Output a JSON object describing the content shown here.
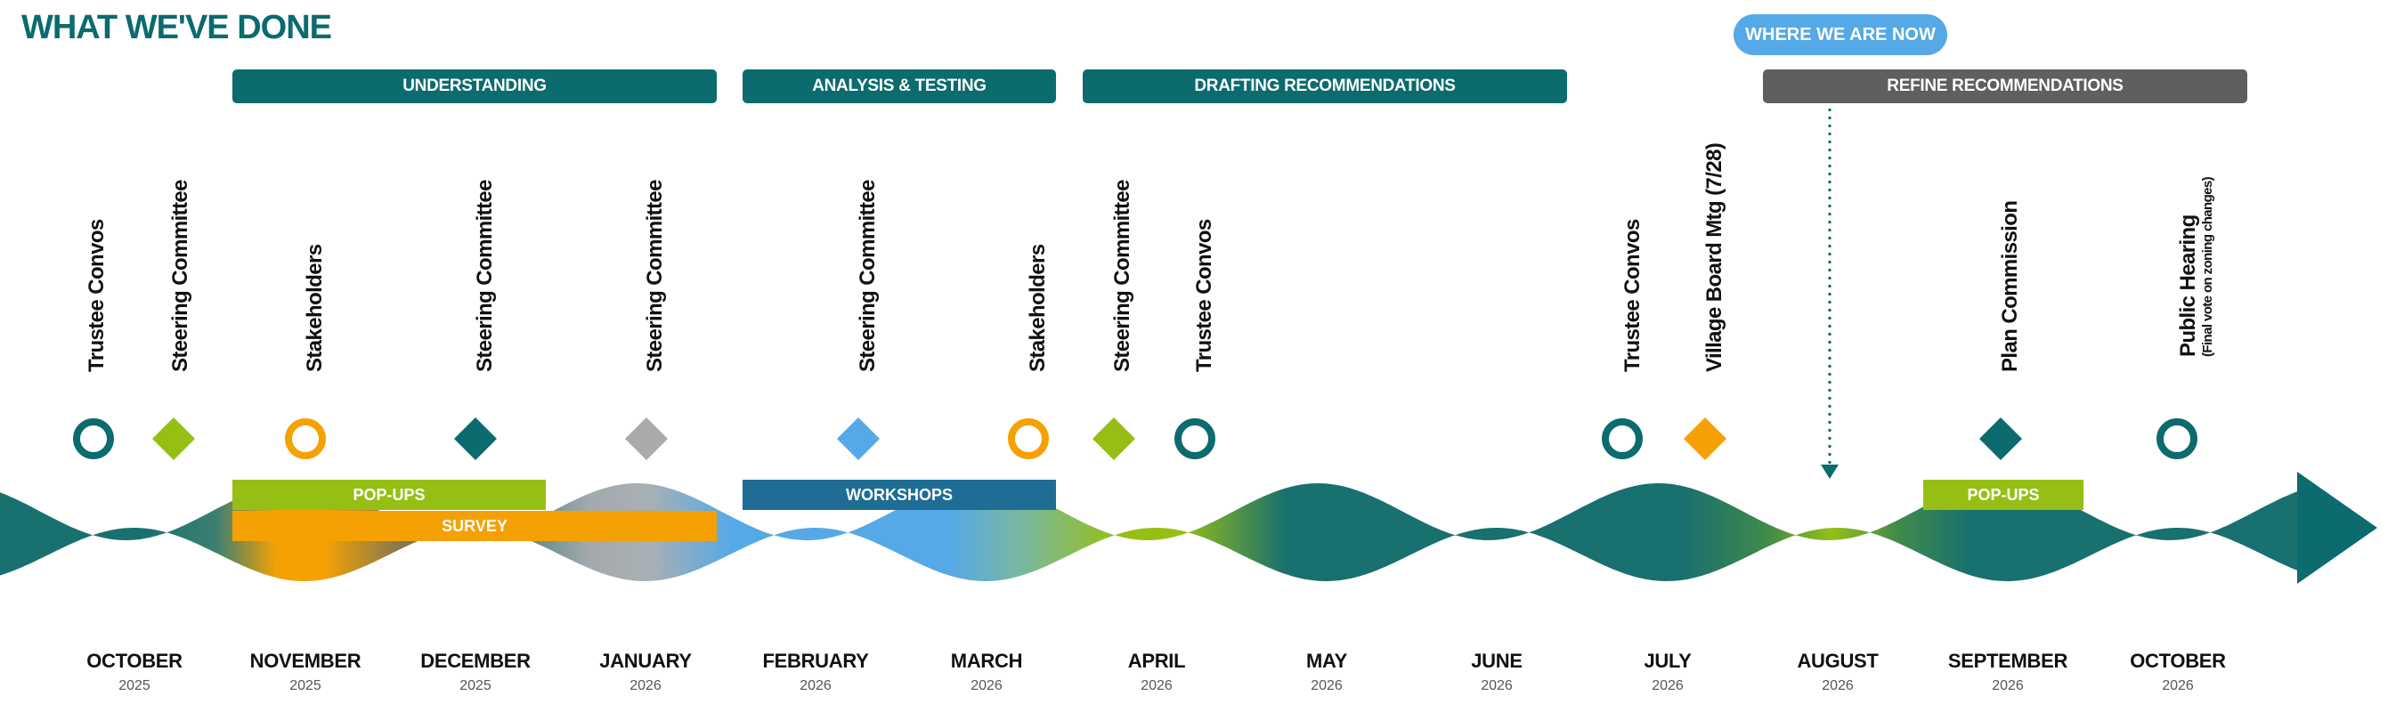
{
  "title": "WHAT WE'VE DONE",
  "status_pill": "WHERE WE ARE NOW",
  "phases": [
    {
      "label": "UNDERSTANDING",
      "color": "#0b6b6e"
    },
    {
      "label": "ANALYSIS & TESTING",
      "color": "#0b6b6e"
    },
    {
      "label": "DRAFTING RECOMMENDATIONS",
      "color": "#0b6b6e"
    },
    {
      "label": "REFINE RECOMMENDATIONS",
      "color": "#5f5f5f"
    }
  ],
  "bars": [
    {
      "label": "POP-UPS",
      "color": "#96bf16"
    },
    {
      "label": "SURVEY",
      "color": "#f5a104"
    },
    {
      "label": "WORKSHOPS",
      "color": "#1f6d94"
    },
    {
      "label": "POP-UPS",
      "color": "#96bf16"
    }
  ],
  "events": [
    {
      "label": "Trustee Convos",
      "marker": "circle",
      "color": "#0b6b6e"
    },
    {
      "label": "Steering Committee",
      "marker": "diamond",
      "color": "#96bf16"
    },
    {
      "label": "Stakeholders",
      "marker": "circle",
      "color": "#f5a104"
    },
    {
      "label": "Steering Committee",
      "marker": "diamond",
      "color": "#0b6b6e"
    },
    {
      "label": "Steering Committee",
      "marker": "diamond",
      "color": "#aaaaaa"
    },
    {
      "label": "Steering Committee",
      "marker": "diamond",
      "color": "#55a9e6"
    },
    {
      "label": "Stakeholders",
      "marker": "circle",
      "color": "#f5a104"
    },
    {
      "label": "Steering Committee",
      "marker": "diamond",
      "color": "#96bf16"
    },
    {
      "label": "Trustee Convos",
      "marker": "circle",
      "color": "#0b6b6e"
    },
    {
      "label": "Trustee Convos",
      "marker": "circle",
      "color": "#0b6b6e"
    },
    {
      "label": "Village Board Mtg (7/28)",
      "marker": "diamond",
      "color": "#f5a104"
    },
    {
      "label": "Plan Commission",
      "marker": "diamond",
      "color": "#0b6b6e"
    },
    {
      "label": "Public Hearing",
      "sub": "(Final vote on zoning changes)",
      "marker": "circle",
      "color": "#0b6b6e"
    }
  ],
  "months": [
    {
      "name": "OCTOBER",
      "year": "2025"
    },
    {
      "name": "NOVEMBER",
      "year": "2025"
    },
    {
      "name": "DECEMBER",
      "year": "2025"
    },
    {
      "name": "JANUARY",
      "year": "2026"
    },
    {
      "name": "FEBRUARY",
      "year": "2026"
    },
    {
      "name": "MARCH",
      "year": "2026"
    },
    {
      "name": "APRIL",
      "year": "2026"
    },
    {
      "name": "MAY",
      "year": "2026"
    },
    {
      "name": "JUNE",
      "year": "2026"
    },
    {
      "name": "JULY",
      "year": "2026"
    },
    {
      "name": "AUGUST",
      "year": "2026"
    },
    {
      "name": "SEPTEMBER",
      "year": "2026"
    },
    {
      "name": "OCTOBER",
      "year": "2026"
    }
  ]
}
